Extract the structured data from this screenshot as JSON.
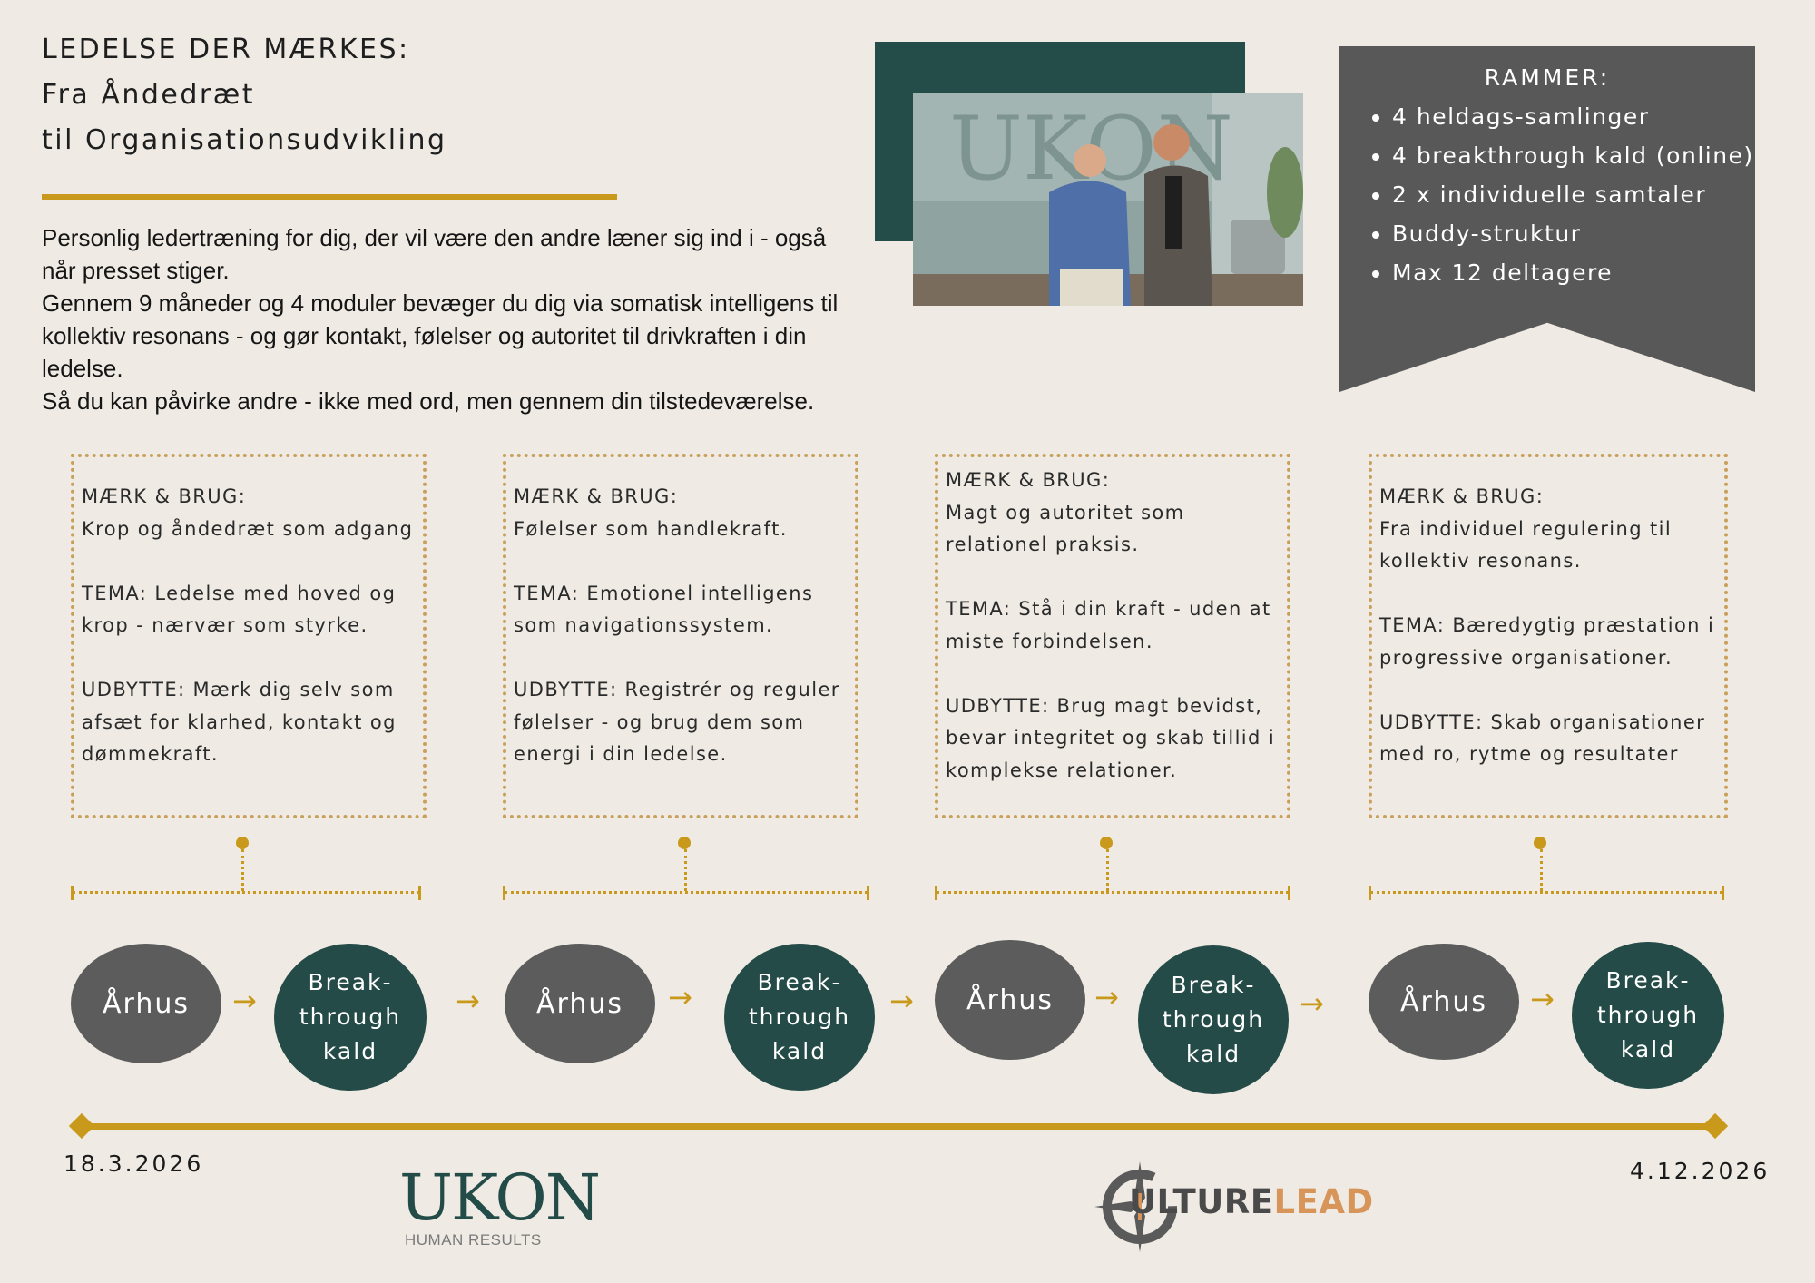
{
  "header": {
    "title_line1": "LEDELSE DER MÆRKES:",
    "title_line2": "Fra Åndedræt",
    "title_line3": "til Organisationsudvikling"
  },
  "intro": {
    "p1": "Personlig ledertræning for dig, der vil være den andre læner sig ind i - også når presset stiger.",
    "p2": "Gennem 9 måneder og 4 moduler bevæger du dig via somatisk intelligens til kollektiv resonans - og gør kontakt, følelser og autoritet til drivkraften i din ledelse.",
    "p3": "Så du kan påvirke andre - ikke med ord, men gennem din tilstedeværelse."
  },
  "photo": {
    "wall_logo": "UKON"
  },
  "rammer": {
    "title": "RAMMER:",
    "items": [
      "4 heldags-samlinger",
      "4 breakthrough kald (online)",
      "2 x individuelle samtaler",
      "Buddy-struktur",
      "Max 12 deltagere"
    ]
  },
  "modules": [
    {
      "maerk_label": "MÆRK & BRUG:",
      "maerk_lines": [
        "Krop og åndedræt som adgang"
      ],
      "tema_lines": [
        "TEMA: Ledelse med hoved og",
        "krop - nærvær som styrke."
      ],
      "udbytte_lines": [
        "UDBYTTE: Mærk dig selv som",
        "afsæt for klarhed, kontakt og",
        "dømmekraft."
      ]
    },
    {
      "maerk_label": "MÆRK & BRUG:",
      "maerk_lines": [
        "Følelser som handlekraft."
      ],
      "tema_lines": [
        "TEMA: Emotionel intelligens",
        "som navigationssystem."
      ],
      "udbytte_lines": [
        "UDBYTTE: Registrér og reguler",
        "følelser - og brug dem som",
        "energi i din ledelse."
      ]
    },
    {
      "maerk_label": "MÆRK & BRUG:",
      "maerk_lines": [
        "Magt og autoritet som",
        "relationel praksis."
      ],
      "tema_lines": [
        "TEMA: Stå i din kraft - uden at",
        "miste forbindelsen."
      ],
      "udbytte_lines": [
        "UDBYTTE: Brug magt bevidst,",
        "bevar integritet og skab tillid i",
        "komplekse relationer."
      ]
    },
    {
      "maerk_label": "MÆRK & BRUG:",
      "maerk_lines": [
        "Fra individuel regulering til",
        "kollektiv resonans."
      ],
      "tema_lines": [
        "TEMA: Bæredygtig præstation i",
        "progressive organisationer."
      ],
      "udbytte_lines": [
        "UDBYTTE: Skab organisationer",
        "med ro, rytme og resultater"
      ]
    }
  ],
  "circles": {
    "location": "Århus",
    "call_line1": "Break-",
    "call_line2": "through",
    "call_line3": "kald"
  },
  "arrow_glyph": "→",
  "timeline": {
    "start_date": "18.3.2026",
    "end_date": "4.12.2026"
  },
  "logos": {
    "ukon_name": "UKON",
    "ukon_sub": "HUMAN RESULTS",
    "culturelead_part1": "ULTURE",
    "culturelead_part2": "LEAD"
  },
  "colors": {
    "accent_gold": "#c8991a",
    "dark_green": "#244b47",
    "grey": "#5c5c5c",
    "background": "#efebe4",
    "box_border": "#c9a05a",
    "culturelead_orange": "#d8955a"
  }
}
